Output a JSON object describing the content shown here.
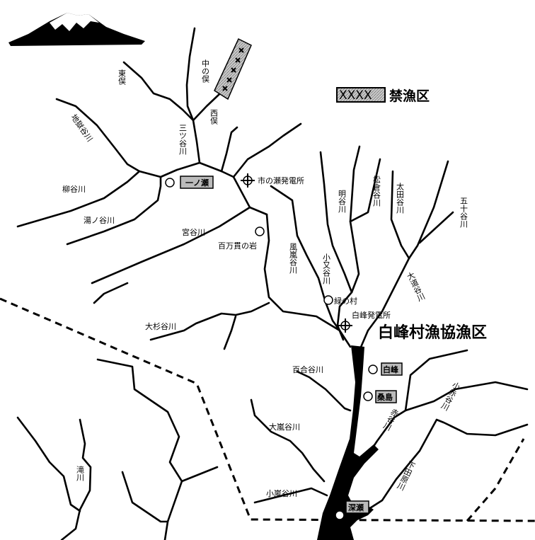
{
  "legend": {
    "symbol": "XXXX",
    "label": "禁漁区"
  },
  "region_title": "白峰村漁協漁区",
  "rivers": {
    "higashimata": "東俣",
    "nakanomata": "中の俣",
    "nishimata": "西俣",
    "mitsuya": "三ツ谷川",
    "jigoku": "地獄谷川",
    "yanagi": "柳谷川",
    "yunotani": "湯ノ谷川",
    "miya": "宮谷川",
    "kazaarashi": "風嵐谷川",
    "akira": "明谷川",
    "matsukura": "松倉谷川",
    "ota": "太田谷川",
    "isoji": "五十谷川",
    "komata": "小又谷川",
    "odo": "大道谷川",
    "osugi": "大杉谷川",
    "yuri": "百合谷川",
    "koaka": "小赤谷川",
    "aka": "赤谷川",
    "oarashi": "大嵐谷川",
    "shimotawara": "下田原川",
    "koarashi": "小嵐谷川",
    "taki": "滝川"
  },
  "places": {
    "ichinose": "一ノ瀬",
    "ichinose_power": "市の瀬発電所",
    "hyakumankan": "百万貫の岩",
    "midori": "緑の村",
    "shiramine_power": "白峰発電所",
    "shiramine": "白峰",
    "kuwajima": "桑島",
    "fukase": "深瀬"
  },
  "colors": {
    "ink": "#000000",
    "zone_fill": "#bbbbbb",
    "paper": "#ffffff"
  }
}
